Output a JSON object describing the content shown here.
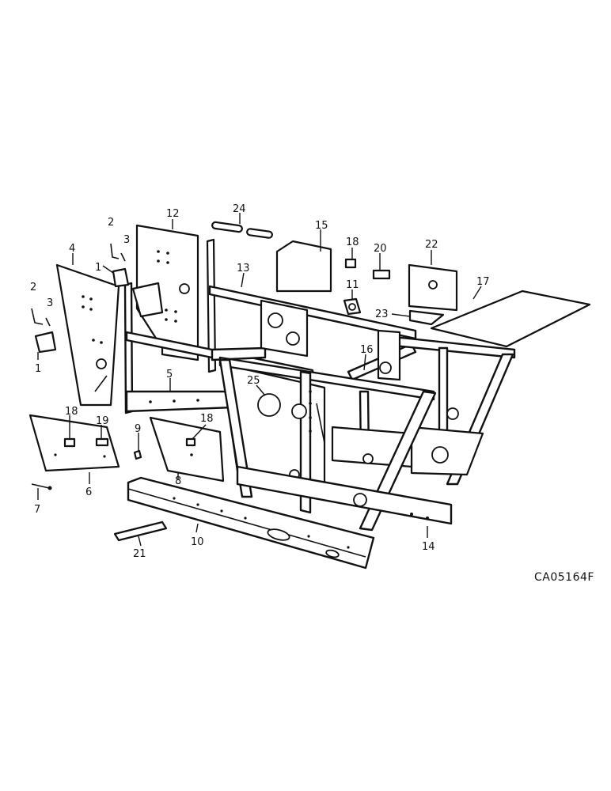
{
  "diagram_id": "CA05164F",
  "callouts": {
    "c1a": "1",
    "c2a": "2",
    "c3a": "3",
    "c1b": "1",
    "c2b": "2",
    "c3b": "3",
    "c4": "4",
    "c5": "5",
    "c6": "6",
    "c7": "7",
    "c8": "8",
    "c9": "9",
    "c10": "10",
    "c11": "11",
    "c12": "12",
    "c13": "13",
    "c14": "14",
    "c15": "15",
    "c16": "16",
    "c17": "17",
    "c18a": "18",
    "c18b": "18",
    "c18c": "18",
    "c19": "19",
    "c20": "20",
    "c21": "21",
    "c22": "22",
    "c23": "23",
    "c24": "24",
    "c25": "25"
  }
}
